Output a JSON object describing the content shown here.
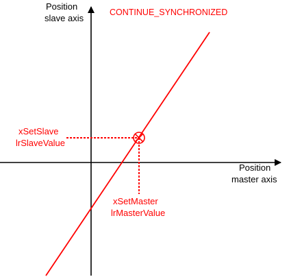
{
  "title": "CONTINUE_SYNCHRONIZED",
  "axes": {
    "slave": {
      "line1": "Position",
      "line2": "slave axis"
    },
    "master": {
      "line1": "Position",
      "line2": "master axis"
    }
  },
  "labels": {
    "slave": {
      "line1": "xSetSlave",
      "line2": "lrSlaveValue"
    },
    "master": {
      "line1": "xSetMaster",
      "line2": "lrMasterValue"
    }
  },
  "colors": {
    "axis": "#000000",
    "accent": "#ff0000"
  },
  "icons": {
    "sync_point": "circle-cross-icon"
  }
}
